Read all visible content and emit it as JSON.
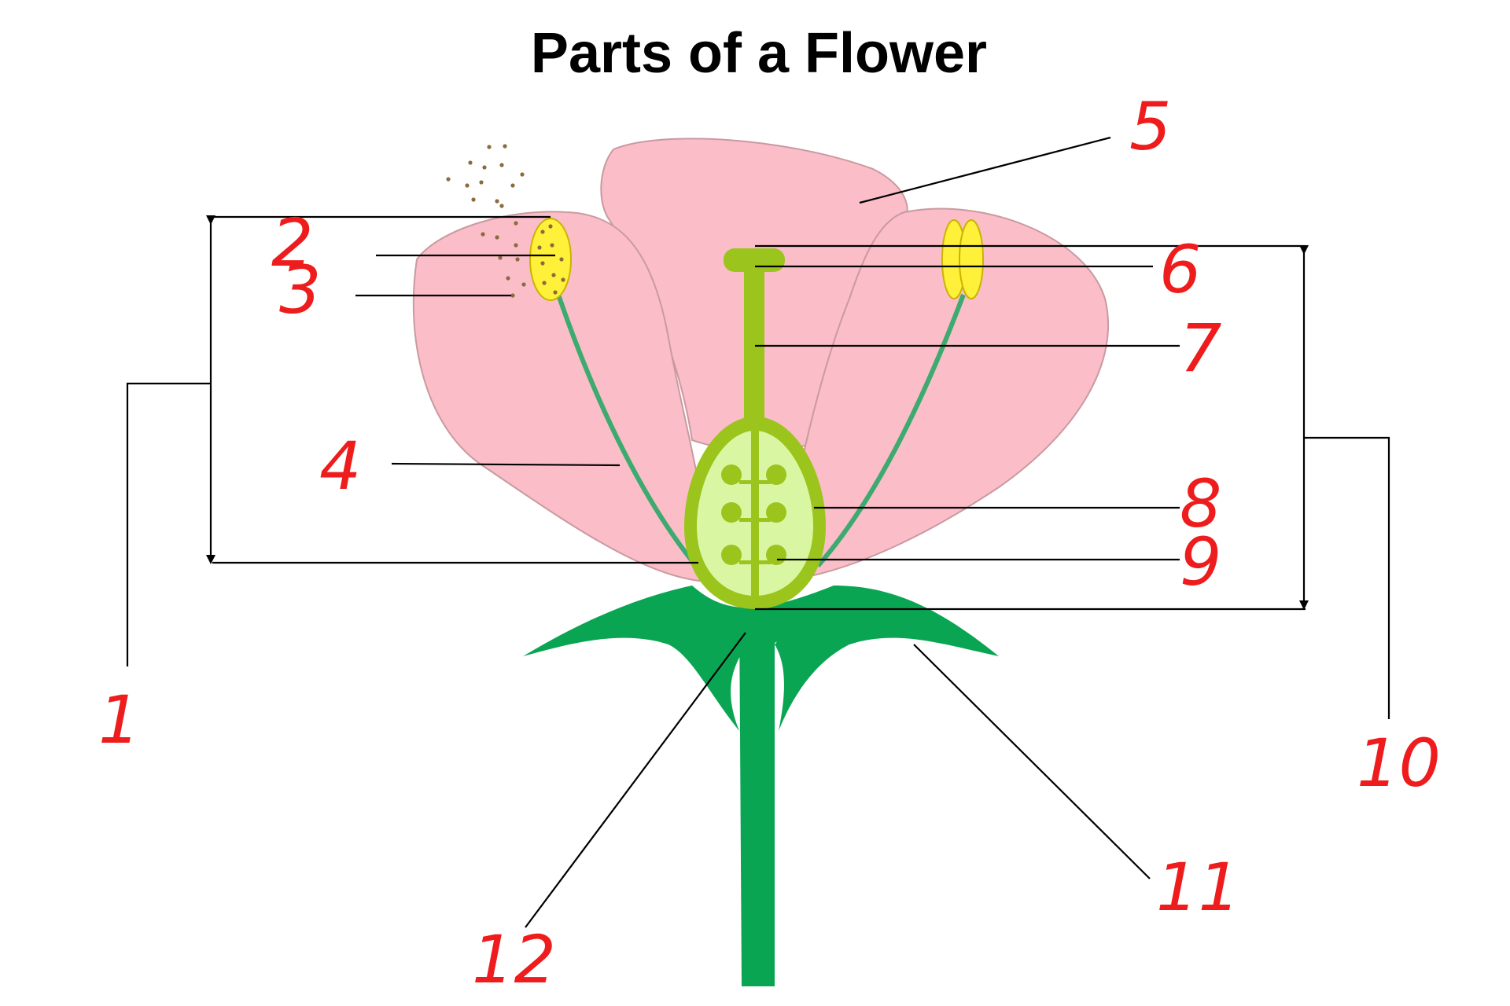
{
  "title": "Parts of a Flower",
  "colors": {
    "petal": "#fbbdc8",
    "petal_edge": "#c99aa0",
    "stamen_filament": "#3daa6f",
    "anther": "#fff13a",
    "pollen": "#8b6b3d",
    "pistil": "#9bc41c",
    "ovary_inner": "#d9f7a2",
    "sepal_stem": "#0aa553",
    "label_red": "#ee1c1c"
  },
  "labels": [
    "1",
    "2",
    "3",
    "4",
    "5",
    "6",
    "7",
    "8",
    "9",
    "10",
    "11",
    "12"
  ]
}
